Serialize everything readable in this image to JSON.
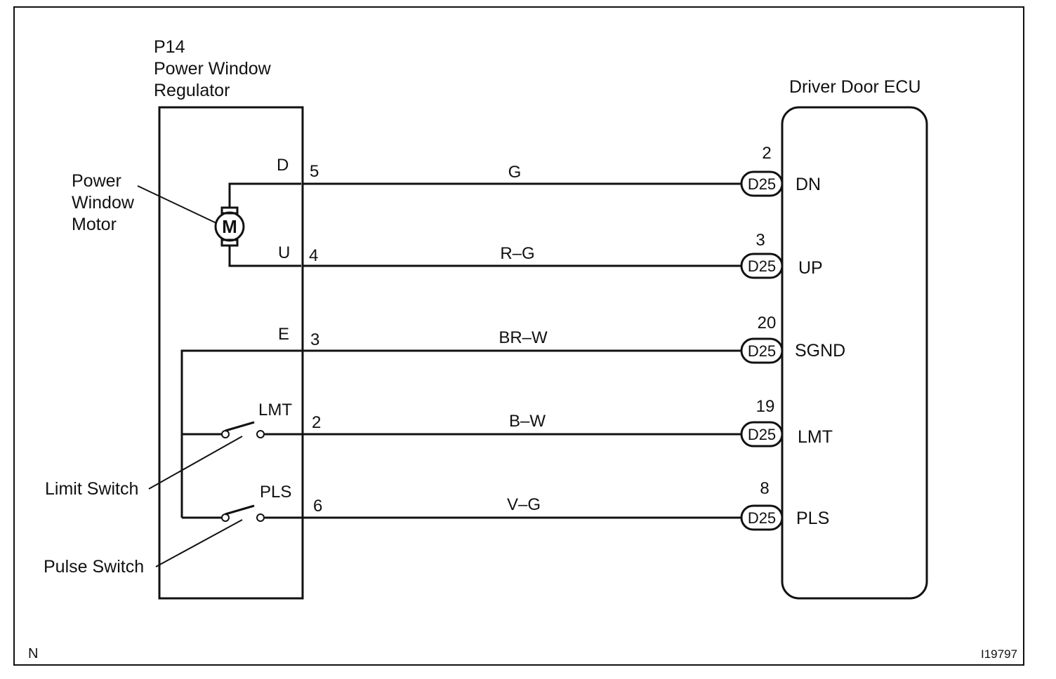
{
  "regulator": {
    "code": "P14",
    "title_line1": "Power Window",
    "title_line2": "Regulator"
  },
  "ecu": {
    "title": "Driver Door ECU"
  },
  "motor": {
    "symbol": "M",
    "label_line1": "Power",
    "label_line2": "Window",
    "label_line3": "Motor"
  },
  "switches": {
    "limit_label": "Limit Switch",
    "pulse_label": "Pulse Switch"
  },
  "connector": "D25",
  "circuits": [
    {
      "reg_term": "D",
      "reg_pin": "5",
      "wire": "G",
      "ecu_pin": "2",
      "ecu_term": "DN"
    },
    {
      "reg_term": "U",
      "reg_pin": "4",
      "wire": "R–G",
      "ecu_pin": "3",
      "ecu_term": "UP"
    },
    {
      "reg_term": "E",
      "reg_pin": "3",
      "wire": "BR–W",
      "ecu_pin": "20",
      "ecu_term": "SGND"
    },
    {
      "reg_term": "LMT",
      "reg_pin": "2",
      "wire": "B–W",
      "ecu_pin": "19",
      "ecu_term": "LMT"
    },
    {
      "reg_term": "PLS",
      "reg_pin": "6",
      "wire": "V–G",
      "ecu_pin": "8",
      "ecu_term": "PLS"
    }
  ],
  "corner_left": "N",
  "corner_right": "I19797"
}
